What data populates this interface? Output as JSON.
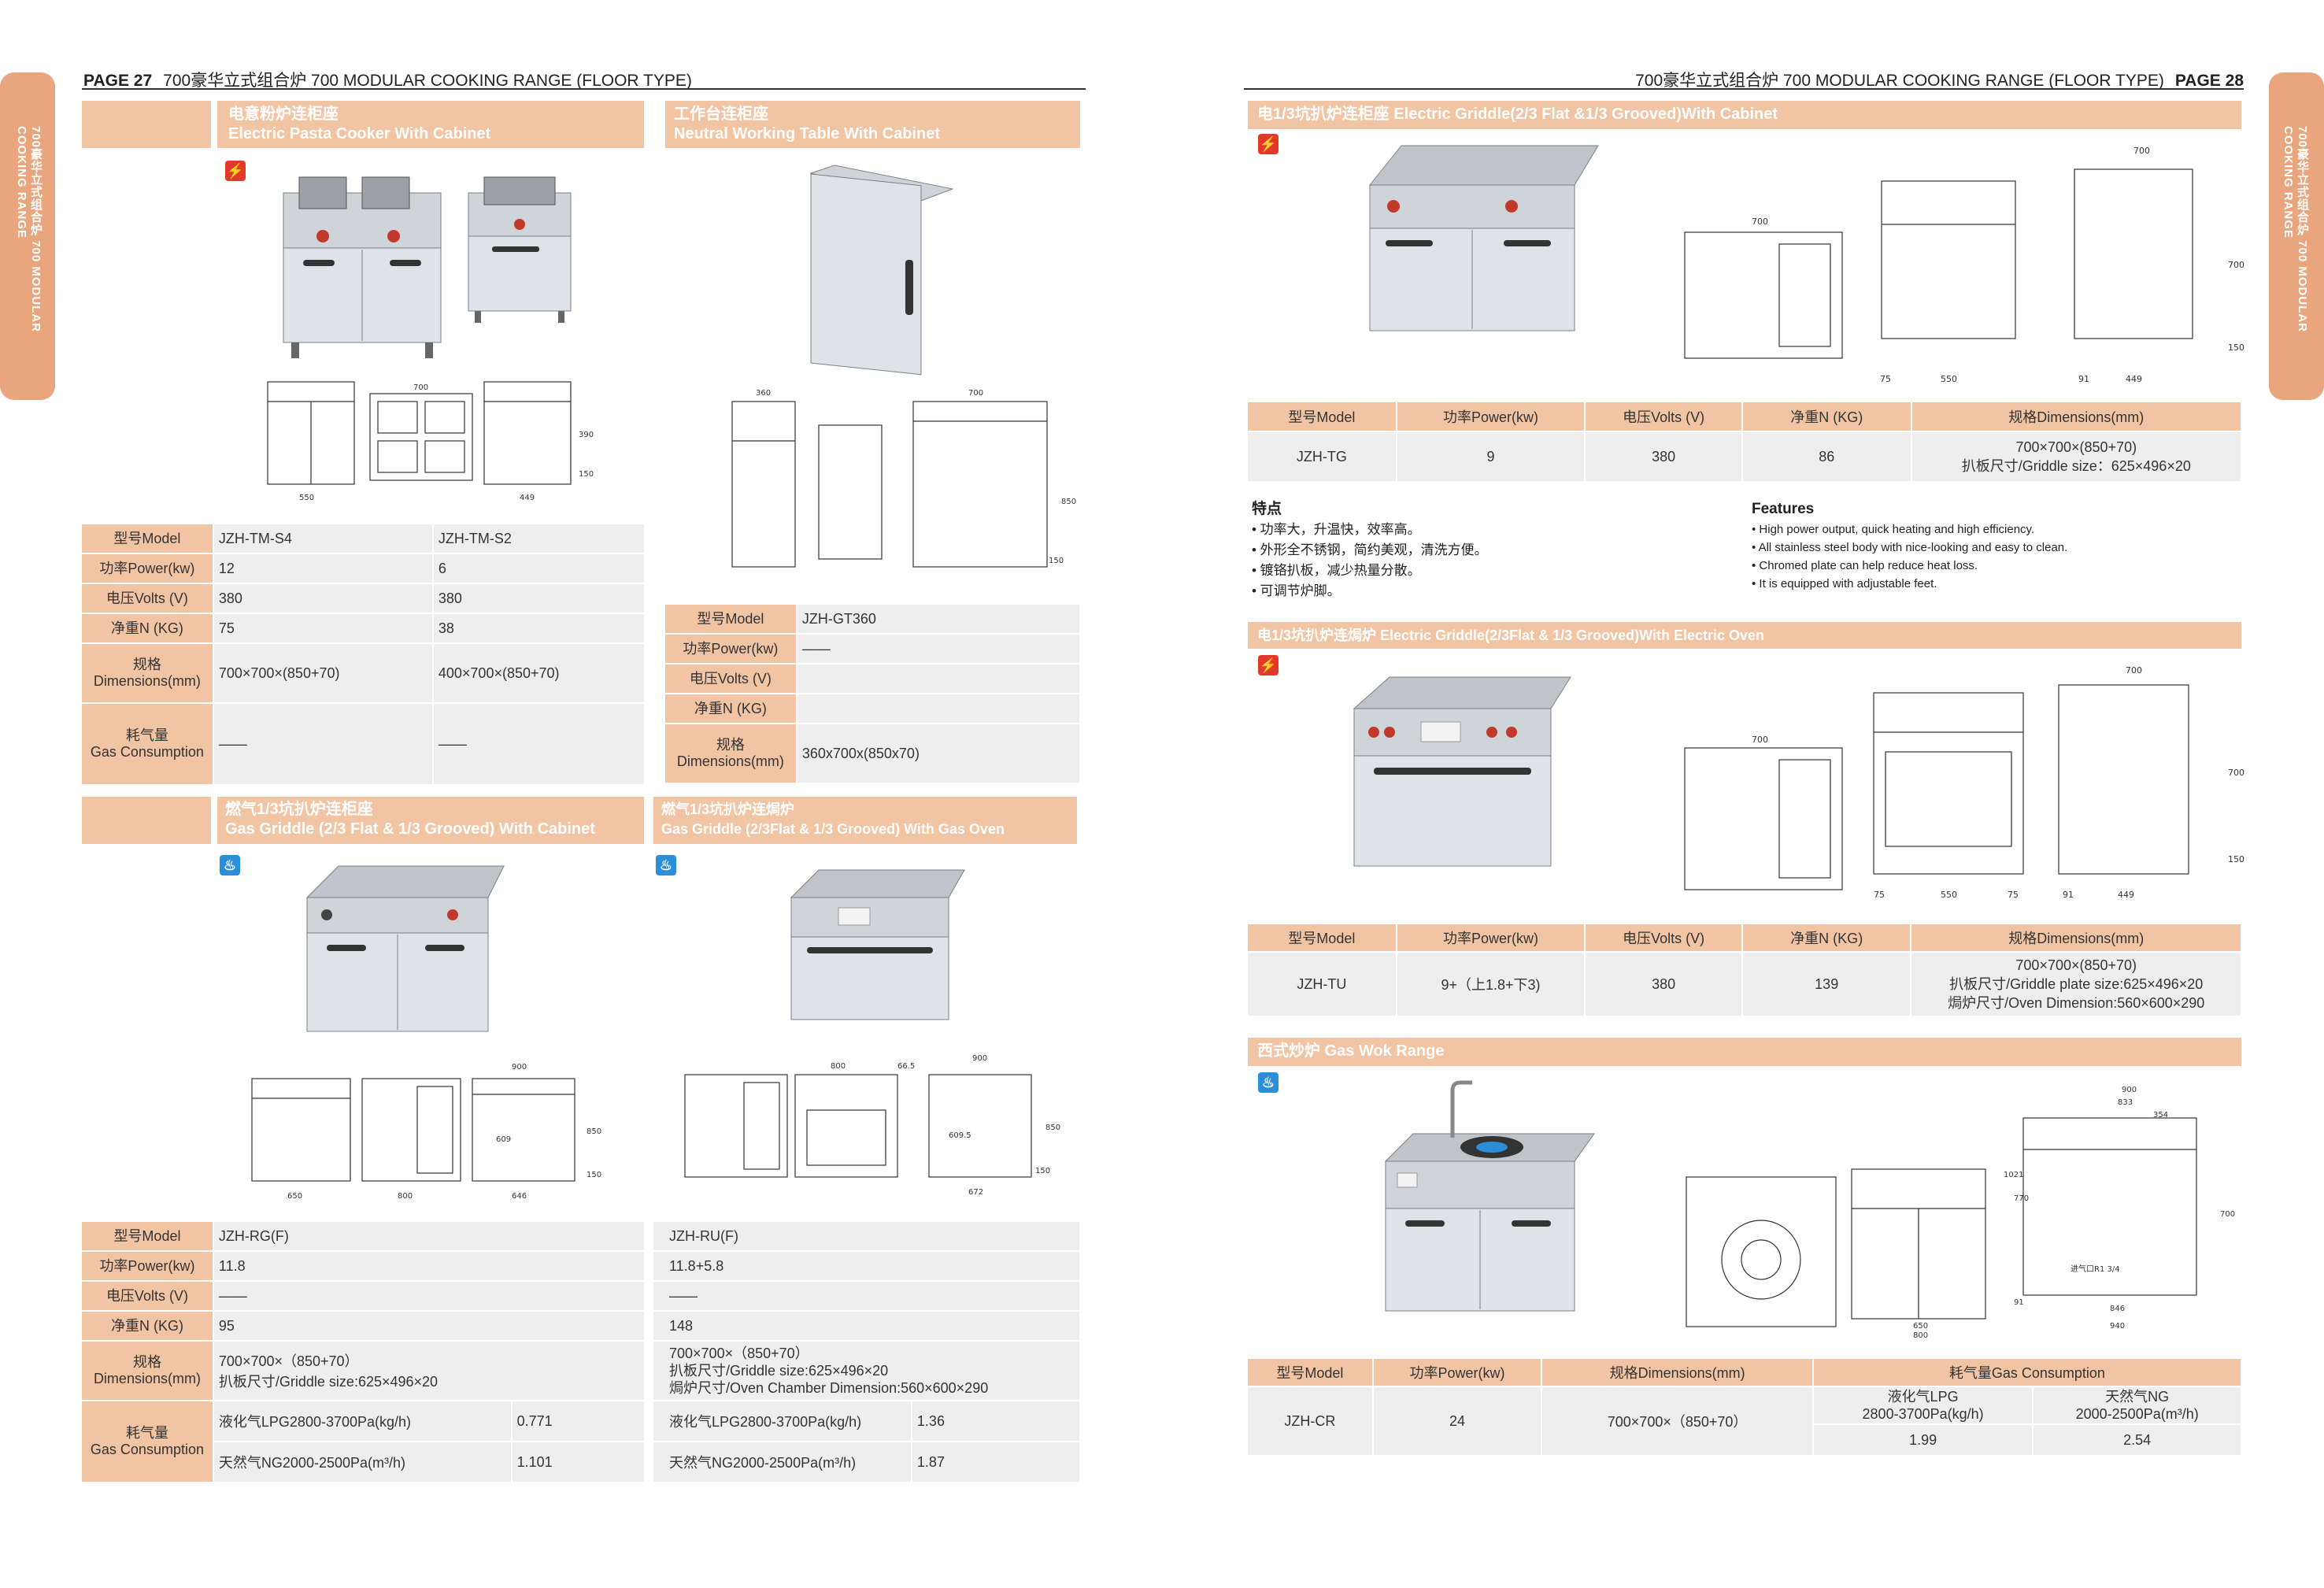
{
  "page_left": {
    "number": "PAGE 27",
    "title": "700豪华立式组合炉 700 MODULAR COOKING RANGE (FLOOR TYPE)"
  },
  "page_right": {
    "title": "700豪华立式组合炉 700 MODULAR COOKING RANGE (FLOOR TYPE)",
    "number": "PAGE 28"
  },
  "side_tab_text": "700豪华立式组合炉 700 MODULAR COOKING RANGE",
  "labels": {
    "model": "型号Model",
    "power": "功率Power(kw)",
    "volts": "电压Volts (V)",
    "weight": "净重N (KG)",
    "dim_cn": "规格",
    "dim_en": "Dimensions(mm)",
    "gas_cn": "耗气量",
    "gas_en": "Gas Consumption",
    "dim_full": "规格Dimensions(mm)",
    "gas_full": "耗气量Gas Consumption"
  },
  "dash": "——",
  "pasta": {
    "title_cn": "电意粉炉连柜座",
    "title_en": "Electric Pasta Cooker With Cabinet",
    "models": [
      "JZH-TM-S4",
      "JZH-TM-S2"
    ],
    "power": [
      "12",
      "6"
    ],
    "volts": [
      "380",
      "380"
    ],
    "weight": [
      "75",
      "38"
    ],
    "dims": [
      "700×700×(850+70)",
      "400×700×(850+70)"
    ],
    "gas": [
      "——",
      "——"
    ],
    "drawing_dims": [
      "700",
      "550",
      "449",
      "390",
      "150"
    ]
  },
  "neutral": {
    "title_cn": "工作台连柜座",
    "title_en": "Neutral Working Table With Cabinet",
    "model": "JZH-GT360",
    "power": "——",
    "volts": "",
    "weight": "",
    "dims": "360x700x(850x70)",
    "drawing_dims": [
      "360",
      "700",
      "850",
      "150"
    ]
  },
  "gas_griddle": {
    "title_cn": "燃气1/3坑扒炉连柜座",
    "title_en": "Gas Griddle (2/3 Flat & 1/3 Grooved) With Cabinet",
    "model": "JZH-RG(F)",
    "power": "11.8",
    "volts": "——",
    "weight": "95",
    "dims_line1": "700×700×（850+70）",
    "dims_line2": "扒板尺寸/Griddle size:625×496×20",
    "lpg_label": "液化气LPG2800-3700Pa(kg/h)",
    "lpg_value": "0.771",
    "ng_label": "天然气NG2000-2500Pa(m³/h)",
    "ng_value": "1.101",
    "drawing_dims": [
      "900",
      "650",
      "800",
      "646",
      "609",
      "850",
      "150"
    ]
  },
  "gas_griddle_oven": {
    "title_cn": "燃气1/3坑扒炉连焗炉",
    "title_en": "Gas Griddle (2/3Flat & 1/3 Grooved) With Gas Oven",
    "model": "JZH-RU(F)",
    "power": "11.8+5.8",
    "volts": "——",
    "weight": "148",
    "dims_line1": "700×700×（850+70）",
    "dims_line2": "扒板尺寸/Griddle size:625×496×20",
    "dims_line3": "焗炉尺寸/Oven Chamber Dimension:560×600×290",
    "lpg_label": "液化气LPG2800-3700Pa(kg/h)",
    "lpg_value": "1.36",
    "ng_label": "天然气NG2000-2500Pa(m³/h)",
    "ng_value": "1.87",
    "drawing_dims": [
      "800",
      "66.5",
      "900",
      "609.5",
      "672",
      "850",
      "150"
    ]
  },
  "elec_griddle": {
    "title": "电1/3坑扒炉连柜座 Electric Griddle(2/3 Flat &1/3 Grooved)With Cabinet",
    "model": "JZH-TG",
    "power": "9",
    "volts": "380",
    "weight": "86",
    "dims_line1": "700×700×(850+70)",
    "dims_line2": "扒板尺寸/Griddle size：625×496×20",
    "drawing_dims": [
      "700",
      "700",
      "75",
      "550",
      "91",
      "449",
      "700",
      "150"
    ]
  },
  "features": {
    "heading_cn": "特点",
    "heading_en": "Features",
    "cn": [
      "• 功率大，升温快，效率高。",
      "• 外形全不锈钢，简约美观，清洗方便。",
      "• 镀铬扒板，减少热量分散。",
      "• 可调节炉脚。"
    ],
    "en": [
      "• High power output, quick heating and high efficiency.",
      "• All stainless steel body with nice-looking and easy to clean.",
      "• Chromed plate can help reduce heat loss.",
      "• It is equipped with adjustable feet."
    ]
  },
  "elec_griddle_oven": {
    "title": "电1/3坑扒炉连焗炉 Electric Griddle(2/3Flat & 1/3 Grooved)With Electric Oven",
    "model": "JZH-TU",
    "power": "9+（上1.8+下3)",
    "volts": "380",
    "weight": "139",
    "dims_line1": "700×700×(850+70)",
    "dims_line2": "扒板尺寸/Griddle plate size:625×496×20",
    "dims_line3": "焗炉尺寸/Oven Dimension:560×600×290",
    "drawing_dims": [
      "700",
      "700",
      "75",
      "550",
      "75",
      "91",
      "449",
      "700",
      "150"
    ]
  },
  "wok": {
    "title": "西式炒炉 Gas Wok Range",
    "model": "JZH-CR",
    "power": "24",
    "dims": "700×700×（850+70）",
    "lpg_label": "液化气LPG",
    "lpg_pressure": "2800-3700Pa(kg/h)",
    "lpg_value": "1.99",
    "ng_label": "天然气NG",
    "ng_pressure": "2000-2500Pa(m³/h)",
    "ng_value": "2.54",
    "gas_connection": "进气口R1 3/4",
    "drawing_dims": [
      "900",
      "833",
      "354",
      "1021",
      "770",
      "700",
      "650",
      "800",
      "846",
      "940",
      "91"
    ]
  },
  "colors": {
    "accent": "#f1c4a4",
    "tab": "#e9a67e",
    "cell": "#eeeeee",
    "elec": "#e23a2a",
    "gas": "#2a8fd8"
  },
  "icons": {
    "electric": "lightning-icon",
    "gas": "flame-icon"
  }
}
